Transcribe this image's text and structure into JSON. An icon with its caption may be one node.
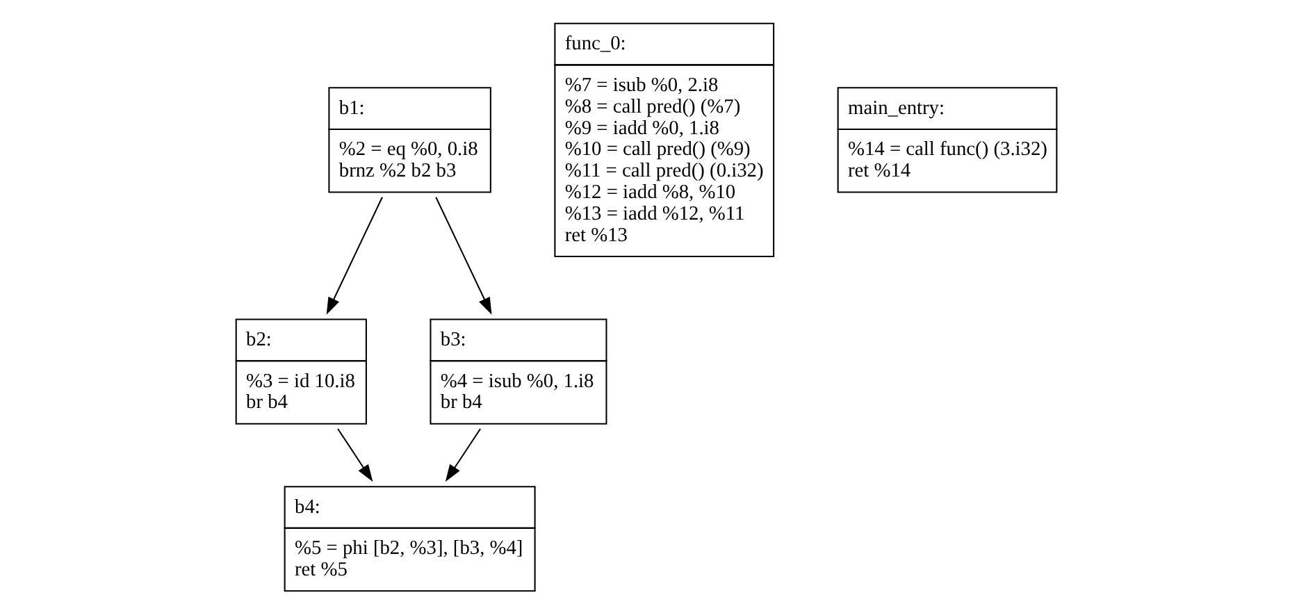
{
  "diagram": {
    "nodes": [
      {
        "text": [
          "b1:",
          "%2 = eq %0, 0.i8",
          "brnz %2 b2 b3"
        ]
      },
      {
        "text": [
          "b2:",
          "%3 = id 10.i8",
          "br b4"
        ]
      },
      {
        "text": [
          "b3:",
          "%4 = isub %0, 1.i8",
          "br b4"
        ]
      },
      {
        "text": [
          "b4:",
          "%5 = phi [b2, %3], [b3, %4]",
          "ret %5"
        ]
      },
      {
        "text": [
          "func_0:",
          "%7 = isub %0, 2.i8",
          "%8 = call pred() (%7)",
          "%9 = iadd %0, 1.i8",
          "%10 = call pred() (%9)",
          "%11 = call pred() (0.i32)",
          "%12 = iadd %8, %10",
          "%13 = iadd %12, %11",
          "ret %13"
        ]
      },
      {
        "text": [
          "main_entry:",
          "%14 = call func() (3.i32)",
          "ret %14"
        ]
      }
    ],
    "edges": [
      {
        "from": 0,
        "to": 1,
        "arrow": "to"
      },
      {
        "from": 0,
        "to": 2,
        "arrow": "to"
      },
      {
        "from": 1,
        "to": 3,
        "arrow": "to"
      },
      {
        "from": 2,
        "to": 3,
        "arrow": "to"
      }
    ]
  }
}
